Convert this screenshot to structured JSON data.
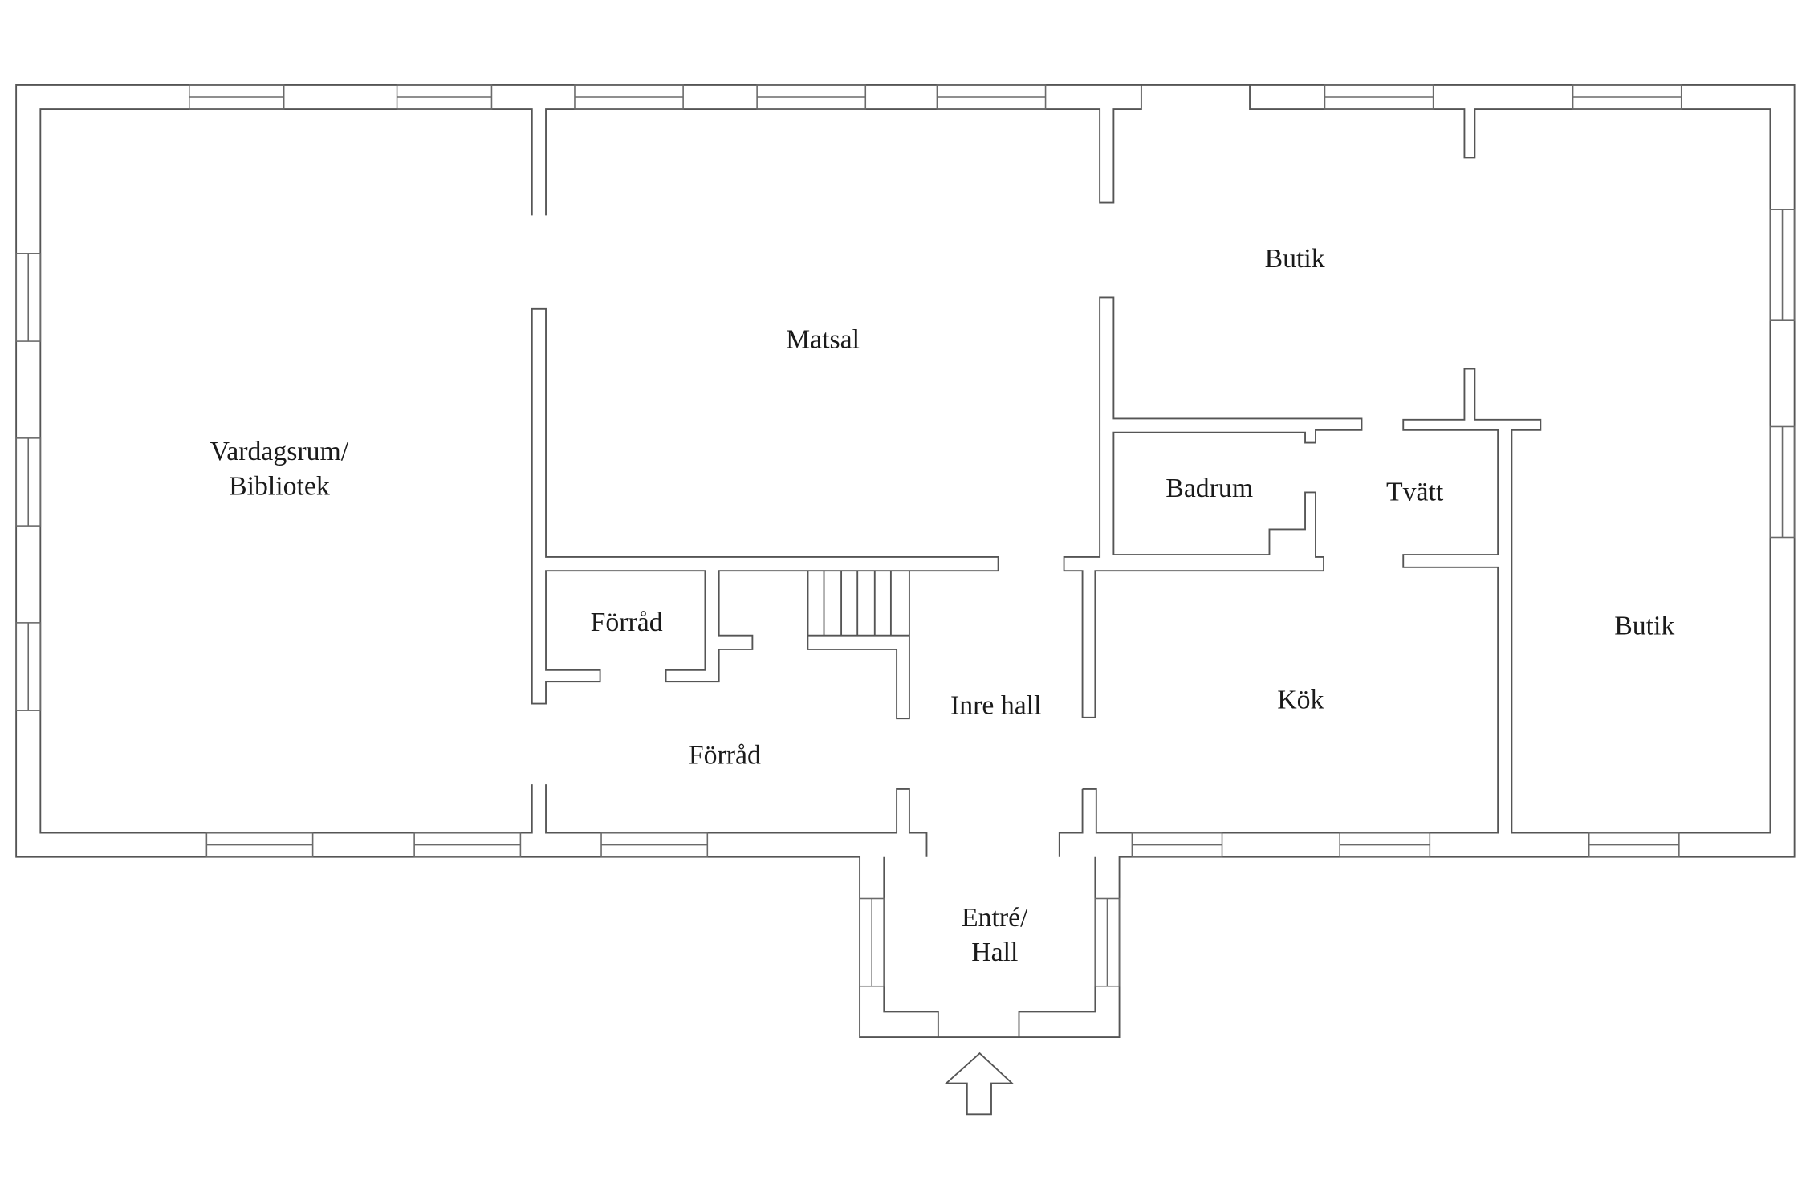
{
  "plan": {
    "rooms": {
      "vardagsrum": [
        "Vardagsrum/",
        "Bibliotek"
      ],
      "matsal": "Matsal",
      "butik_top": "Butik",
      "butik_right": "Butik",
      "badrum": "Badrum",
      "tvatt": "Tvätt",
      "forrad_small": "Förråd",
      "forrad_hall": "Förråd",
      "inre_hall": "Inre hall",
      "kok": "Kök",
      "entre": [
        "Entré/",
        "Hall"
      ]
    },
    "colors": {
      "wall": "#555555",
      "text": "#1a1a1a",
      "background": "#ffffff"
    },
    "entrance_marker": "arrow-up-icon"
  }
}
